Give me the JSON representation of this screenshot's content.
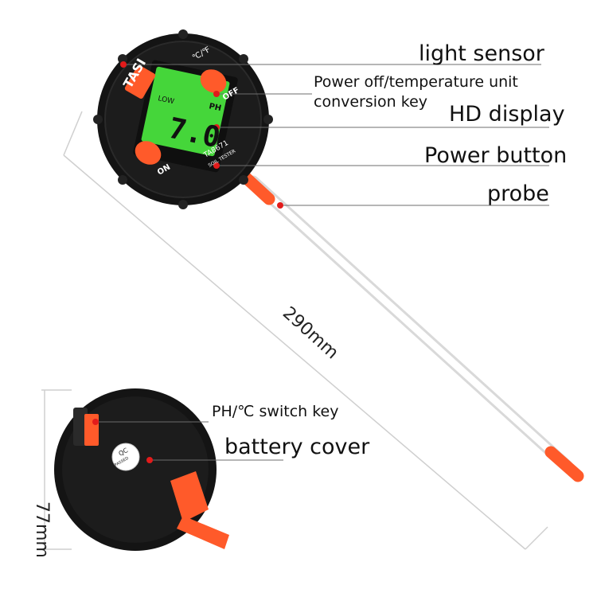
{
  "callouts": {
    "light_sensor": "light sensor",
    "power_off_line1": "Power off/temperature unit",
    "power_off_line2": "conversion key",
    "hd_display": "HD display",
    "power_button": "Power button",
    "probe": "probe",
    "ph_switch": "PH/℃ switch key",
    "battery_cover": "battery cover"
  },
  "dimensions": {
    "length": "290mm",
    "diameter": "77mm"
  },
  "device": {
    "brand": "TASI",
    "model": "TA8671",
    "subtitle": "SOIL TESTER",
    "unit_toggle_label": "℃/℉",
    "off_label": "OFF",
    "on_label": "ON",
    "qc_line1": "QC",
    "qc_line2": "PASSED",
    "lcd": {
      "reading": "7.0",
      "unit": "PH",
      "low_indicator": "LOW"
    }
  },
  "colors": {
    "body": "#111111",
    "accent_orange": "#ff5a2a",
    "lcd_green": "#45d63a",
    "callout_dot": "#e21b1b"
  }
}
